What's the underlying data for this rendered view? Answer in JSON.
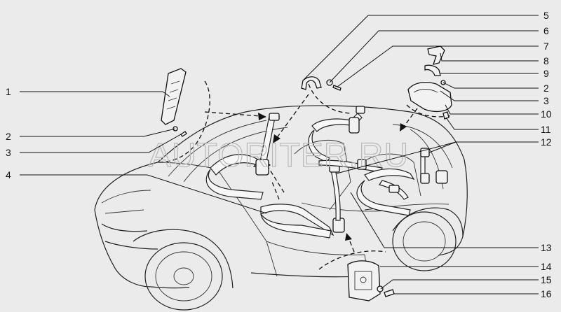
{
  "watermark": "AUTORITER.RU",
  "callouts": [
    {
      "id": "c1",
      "label": "1"
    },
    {
      "id": "c2a",
      "label": "2"
    },
    {
      "id": "c3a",
      "label": "3"
    },
    {
      "id": "c4",
      "label": "4"
    },
    {
      "id": "c5",
      "label": "5"
    },
    {
      "id": "c6",
      "label": "6"
    },
    {
      "id": "c7",
      "label": "7"
    },
    {
      "id": "c8",
      "label": "8"
    },
    {
      "id": "c9",
      "label": "9"
    },
    {
      "id": "c2b",
      "label": "2"
    },
    {
      "id": "c3b",
      "label": "3"
    },
    {
      "id": "c10",
      "label": "10"
    },
    {
      "id": "c11",
      "label": "11"
    },
    {
      "id": "c12",
      "label": "12"
    },
    {
      "id": "c13",
      "label": "13"
    },
    {
      "id": "c14",
      "label": "14"
    },
    {
      "id": "c15",
      "label": "15"
    },
    {
      "id": "c16",
      "label": "16"
    }
  ]
}
